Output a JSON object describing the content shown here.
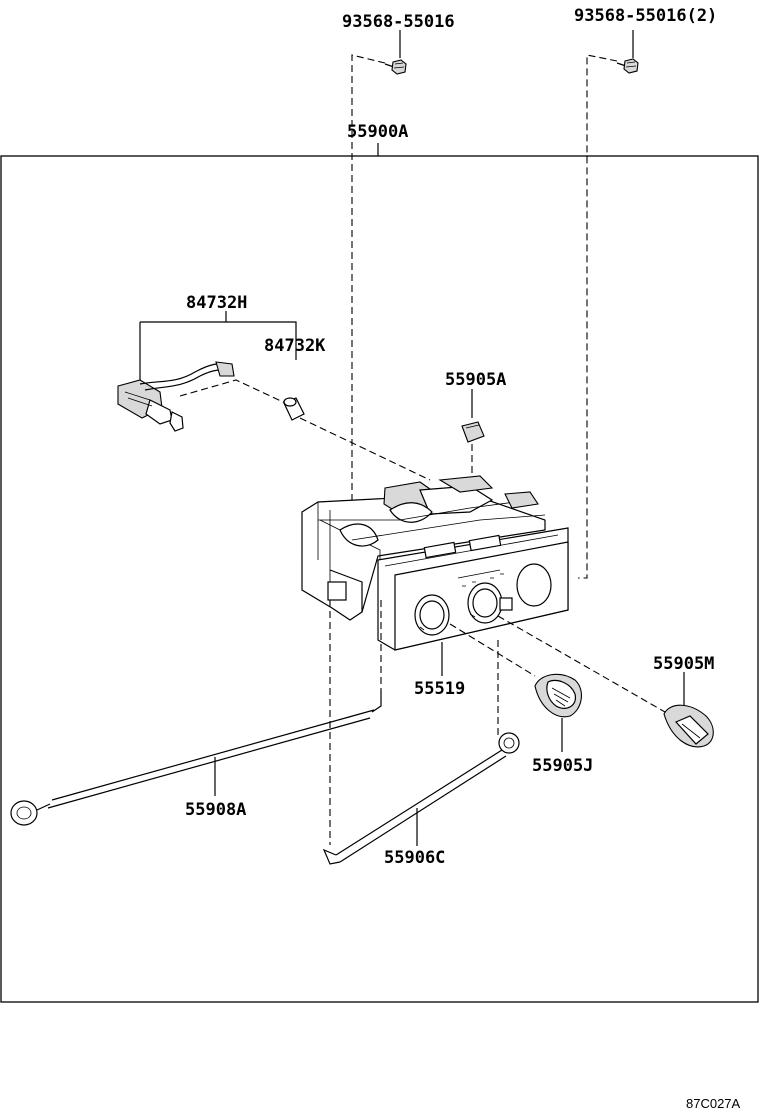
{
  "labels": {
    "screw_1": "93568-55016",
    "screw_2": "93568-55016(2)",
    "assembly": "55900A",
    "bulb_socket": "84732H",
    "bulb": "84732K",
    "knob_a": "55905A",
    "panel": "55519",
    "knob_m": "55905M",
    "cable_a": "55908A",
    "knob_j": "55905J",
    "cable_c": "55906C"
  },
  "drawing_code": "87C027A"
}
